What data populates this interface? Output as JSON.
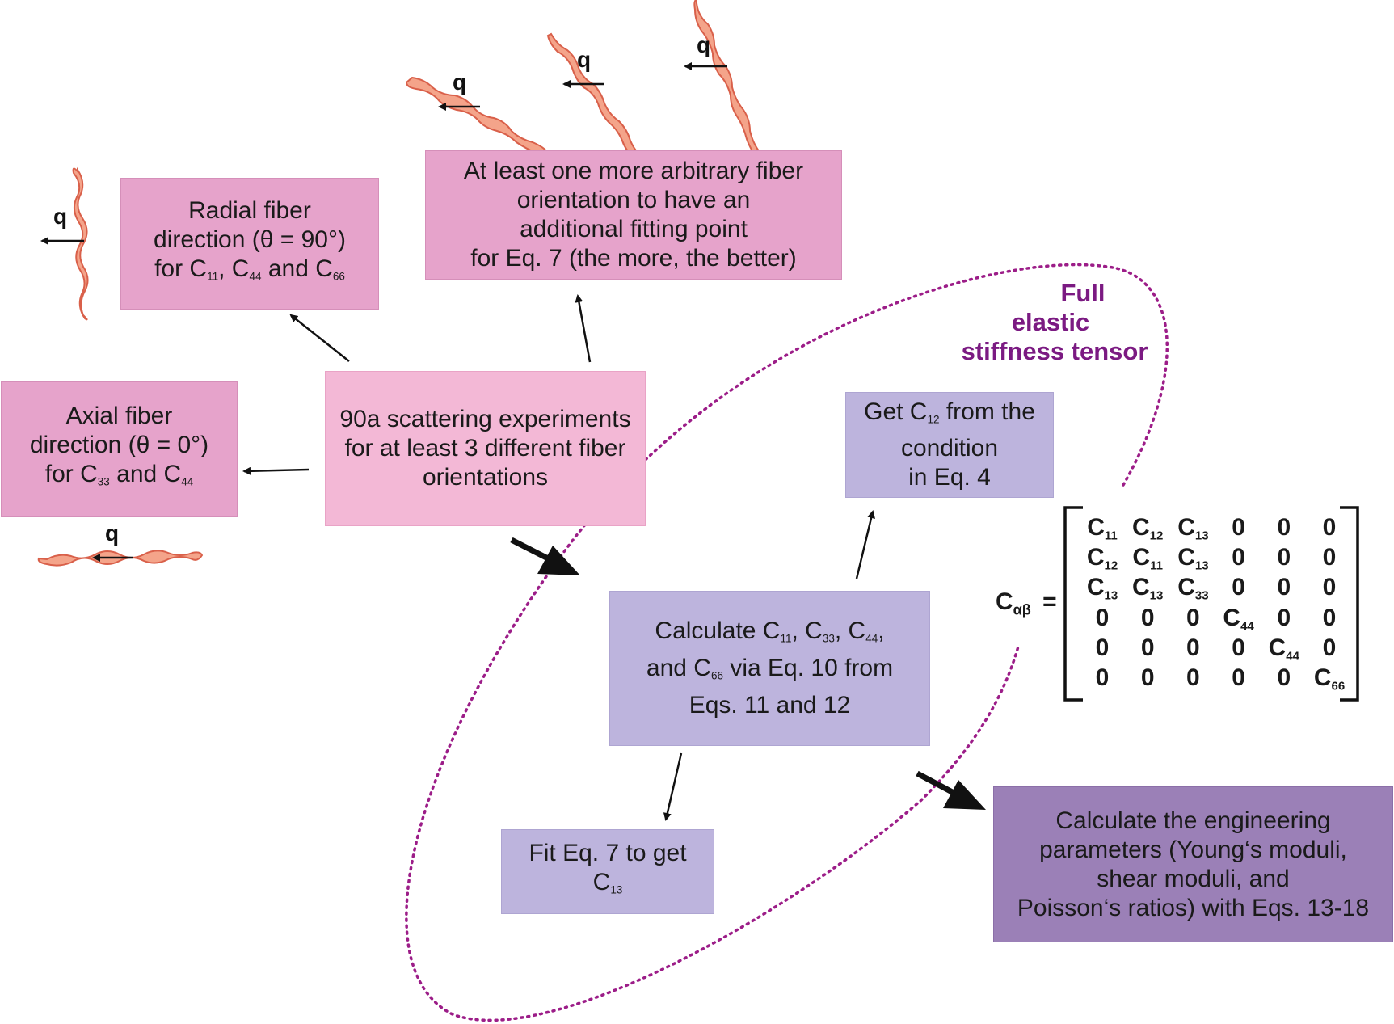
{
  "boxes": {
    "radial": {
      "lines": [
        "Radial fiber",
        "direction (θ = 90°)"
      ],
      "last": {
        "pre": "for C",
        "s1": "11",
        "m1": ", C",
        "s2": "44",
        "m2": " and C",
        "s3": "66"
      }
    },
    "arbitrary": {
      "lines": [
        "At least one more arbitrary fiber",
        "orientation to have an",
        "additional fitting point",
        "for Eq. 7 (the more, the better)"
      ]
    },
    "axial": {
      "lines": [
        "Axial fiber",
        "direction (θ = 0°)"
      ],
      "last": {
        "pre": "for C",
        "s1": "33",
        "m1": " and C",
        "s2": "44"
      }
    },
    "scattering": {
      "lines": [
        "90a scattering experiments",
        "for at least 3 different fiber",
        "orientations"
      ]
    },
    "get_c12": {
      "first": {
        "pre": "Get C",
        "s1": "12",
        "post": " from the"
      },
      "lines": [
        "condition",
        "in Eq. 4"
      ]
    },
    "calculate": {
      "first": {
        "pre": "Calculate C",
        "s1": "11",
        "m1": ", C",
        "s2": "33",
        "m2": ", C",
        "s3": "44",
        "post": ","
      },
      "second": {
        "pre": "and C",
        "s1": "66",
        "post": " via Eq. 10 from"
      },
      "lines": [
        "Eqs. 11 and 12"
      ]
    },
    "fit": {
      "lines": [
        "Fit Eq. 7 to get"
      ],
      "last": {
        "pre": "C",
        "s1": "13"
      }
    },
    "engineering": {
      "lines": [
        "Calculate the engineering",
        "parameters (Young‘s moduli,",
        "shear moduli, and",
        "Poisson‘s ratios) with Eqs. 13-18"
      ]
    }
  },
  "tensor_label": [
    "Full",
    "elastic",
    "stiffness tensor"
  ],
  "equation": {
    "symbol": "C",
    "sub": "αβ",
    "equals": "="
  },
  "matrix": [
    [
      {
        "t": "C",
        "s": "11"
      },
      {
        "t": "C",
        "s": "12"
      },
      {
        "t": "C",
        "s": "13"
      },
      {
        "t": "0",
        "s": ""
      },
      {
        "t": "0",
        "s": ""
      },
      {
        "t": "0",
        "s": ""
      }
    ],
    [
      {
        "t": "C",
        "s": "12"
      },
      {
        "t": "C",
        "s": "11"
      },
      {
        "t": "C",
        "s": "13"
      },
      {
        "t": "0",
        "s": ""
      },
      {
        "t": "0",
        "s": ""
      },
      {
        "t": "0",
        "s": ""
      }
    ],
    [
      {
        "t": "C",
        "s": "13"
      },
      {
        "t": "C",
        "s": "13"
      },
      {
        "t": "C",
        "s": "33"
      },
      {
        "t": "0",
        "s": ""
      },
      {
        "t": "0",
        "s": ""
      },
      {
        "t": "0",
        "s": ""
      }
    ],
    [
      {
        "t": "0",
        "s": ""
      },
      {
        "t": "0",
        "s": ""
      },
      {
        "t": "0",
        "s": ""
      },
      {
        "t": "C",
        "s": "44"
      },
      {
        "t": "0",
        "s": ""
      },
      {
        "t": "0",
        "s": ""
      }
    ],
    [
      {
        "t": "0",
        "s": ""
      },
      {
        "t": "0",
        "s": ""
      },
      {
        "t": "0",
        "s": ""
      },
      {
        "t": "0",
        "s": ""
      },
      {
        "t": "C",
        "s": "44"
      },
      {
        "t": "0",
        "s": ""
      }
    ],
    [
      {
        "t": "0",
        "s": ""
      },
      {
        "t": "0",
        "s": ""
      },
      {
        "t": "0",
        "s": ""
      },
      {
        "t": "0",
        "s": ""
      },
      {
        "t": "0",
        "s": ""
      },
      {
        "t": "C",
        "s": "66"
      }
    ]
  ],
  "q_label": "q",
  "colors": {
    "pink_dark": "#e6a3cb",
    "pink_light": "#f3b8d6",
    "lavender": "#bdb4dd",
    "purple": "#9b80b7",
    "tensor_outline": "#9c1d88",
    "fiber_fill": "#f4a48a",
    "fiber_stroke": "#d9604a"
  }
}
